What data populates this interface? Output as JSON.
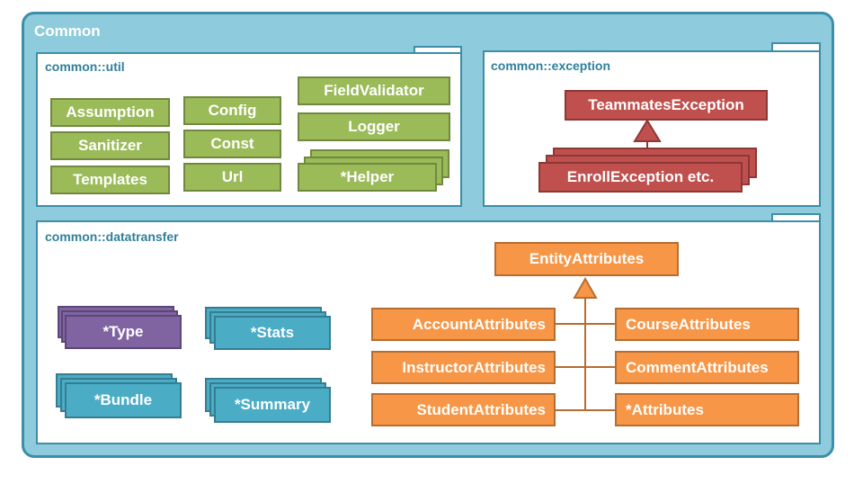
{
  "outer": {
    "title": "Common"
  },
  "util": {
    "title": "common::util",
    "classes": [
      "Assumption",
      "Sanitizer",
      "Templates",
      "Config",
      "Const",
      "Url",
      "FieldValidator",
      "Logger",
      "*Helper"
    ]
  },
  "exception": {
    "title": "common::exception",
    "parent": "TeammatesException",
    "child": "EnrollException  etc."
  },
  "datatransfer": {
    "title": "common::datatransfer",
    "groups": [
      "*Type",
      "*Stats",
      "*Bundle",
      "*Summary"
    ],
    "root": "EntityAttributes",
    "left": [
      "AccountAttributes",
      "InstructorAttributes",
      "StudentAttributes"
    ],
    "right": [
      "CourseAttributes",
      "CommentAttributes",
      "*Attributes"
    ]
  },
  "colors": {
    "package_border": "#3d8ea9",
    "green": "#9bbb59",
    "red": "#c0504d",
    "purple": "#8064a2",
    "blue": "#4bacc6",
    "orange": "#f79646"
  }
}
